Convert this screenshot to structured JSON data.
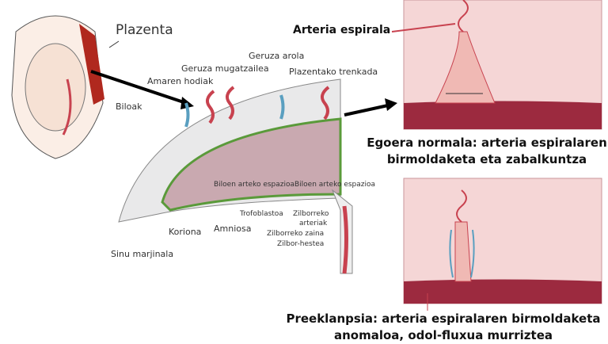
{
  "labels": {
    "plazenta": "Plazenta",
    "geruza_arola": "Geruza arola",
    "geruza_mugatzailea": "Geruza mugatzailea",
    "amaren_hodiak": "Amaren hodiak",
    "plazentako_trenkada": "Plazentako trenkada",
    "biloak": "Biloak",
    "bilo_espazioa_1": "Biloen arteko espazioa",
    "bilo_espazioa_2": "Biloen arteko espazioa",
    "trofoblastoa": "Trofoblastoa",
    "zilborreko_arteriak_1": "Zilborreko",
    "zilborreko_arteriak_2": "arteriak",
    "zilborreko_zaina": "Zilborreko zaina",
    "zilbor_hestea": "Zilbor-hestea",
    "koriona": "Koriona",
    "amniosa": "Amniosa",
    "sinu_marjinala": "Sinu marjinala",
    "arteria_espirala": "Arteria espirala"
  },
  "captions": {
    "normal_1": "Egoera normala: arteria espiralaren",
    "normal_2": "birmoldaketa eta zabalkuntza",
    "pre_1": "Preeklanpsia: arteria espiralaren birmoldaketa",
    "pre_2": "anomaloa, odol-fluxua murriztea"
  },
  "colors": {
    "tissue": "#f3d2d2",
    "artery": "#c8424f",
    "vein": "#5a9fc0",
    "villi": "#5a9a3a"
  }
}
